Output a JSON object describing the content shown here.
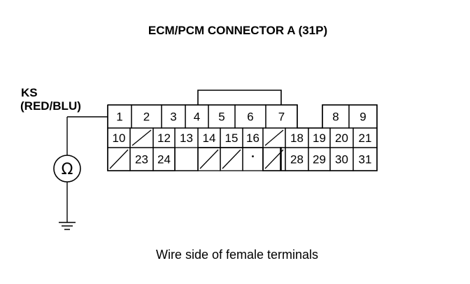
{
  "title": "ECM/PCM CONNECTOR A (31P)",
  "caption": "Wire side of female terminals",
  "signal": {
    "name": "KS",
    "wire": "(RED/BLU)"
  },
  "meter_symbol": "Ω",
  "connector": {
    "rows": [
      [
        "1",
        "2",
        "3",
        "4",
        "5",
        "6",
        "7",
        null,
        "8",
        "9"
      ],
      [
        "10",
        "X",
        "12",
        "13",
        "14",
        "15",
        "16",
        "X",
        "18",
        "19",
        "20",
        "21"
      ],
      [
        "X",
        "23",
        "24",
        null,
        "X",
        "X",
        "dot",
        "X",
        "28",
        "29",
        "30",
        "31"
      ]
    ]
  }
}
